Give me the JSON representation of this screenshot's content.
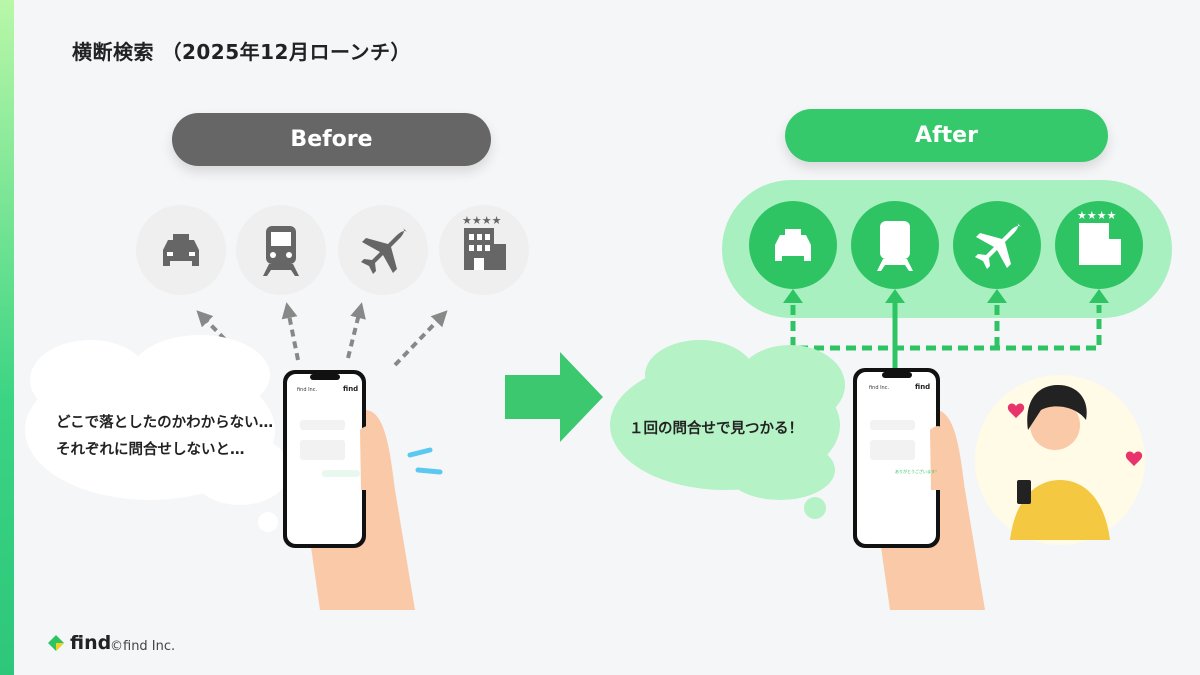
{
  "title": "横断検索 （2025年12月ローンチ）",
  "before": {
    "label": "Before",
    "icons": [
      "taxi-icon",
      "train-icon",
      "airplane-icon",
      "hotel-icon"
    ],
    "thought": [
      "どこで落としたのかわからない…",
      "それぞれに問合せしないと…"
    ]
  },
  "after": {
    "label": "After",
    "icons": [
      "taxi-icon",
      "train-icon",
      "airplane-icon",
      "hotel-icon"
    ],
    "thought": "１回の問合せで見つかる！"
  },
  "phone": {
    "header": "find Inc.",
    "brand": "find",
    "reply": "ありがとうございます！"
  },
  "footer": {
    "logo": "find",
    "copyright": "©find Inc."
  },
  "colors": {
    "accent": "#35c96c",
    "gray": "#666666",
    "light_green": "#a8f0c0"
  }
}
